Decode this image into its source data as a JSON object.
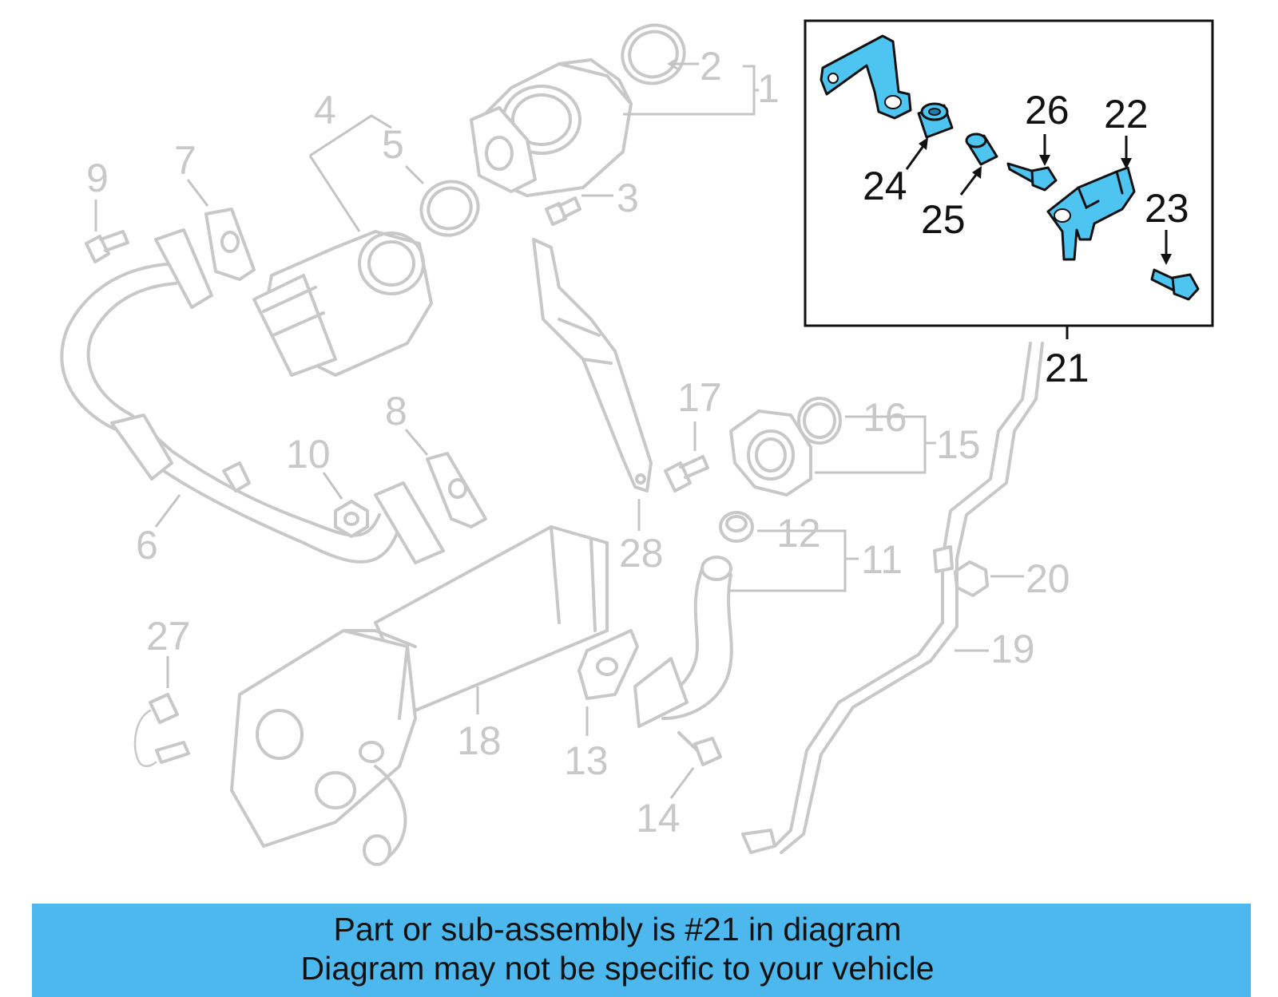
{
  "callouts": {
    "c1": "1",
    "c2": "2",
    "c3": "3",
    "c4": "4",
    "c5": "5",
    "c6": "6",
    "c7": "7",
    "c8": "8",
    "c9": "9",
    "c10": "10",
    "c11": "11",
    "c12": "12",
    "c13": "13",
    "c14": "14",
    "c15": "15",
    "c16": "16",
    "c17": "17",
    "c18": "18",
    "c19": "19",
    "c20": "20",
    "c21": "21",
    "c22": "22",
    "c23": "23",
    "c24": "24",
    "c25": "25",
    "c26": "26",
    "c27": "27",
    "c28": "28"
  },
  "highlight_color": "#4ec5f1",
  "banner": {
    "line1": "Part or sub-assembly is #21 in diagram",
    "line2": "Diagram may not be specific to your vehicle",
    "background": "#4db8ee"
  }
}
